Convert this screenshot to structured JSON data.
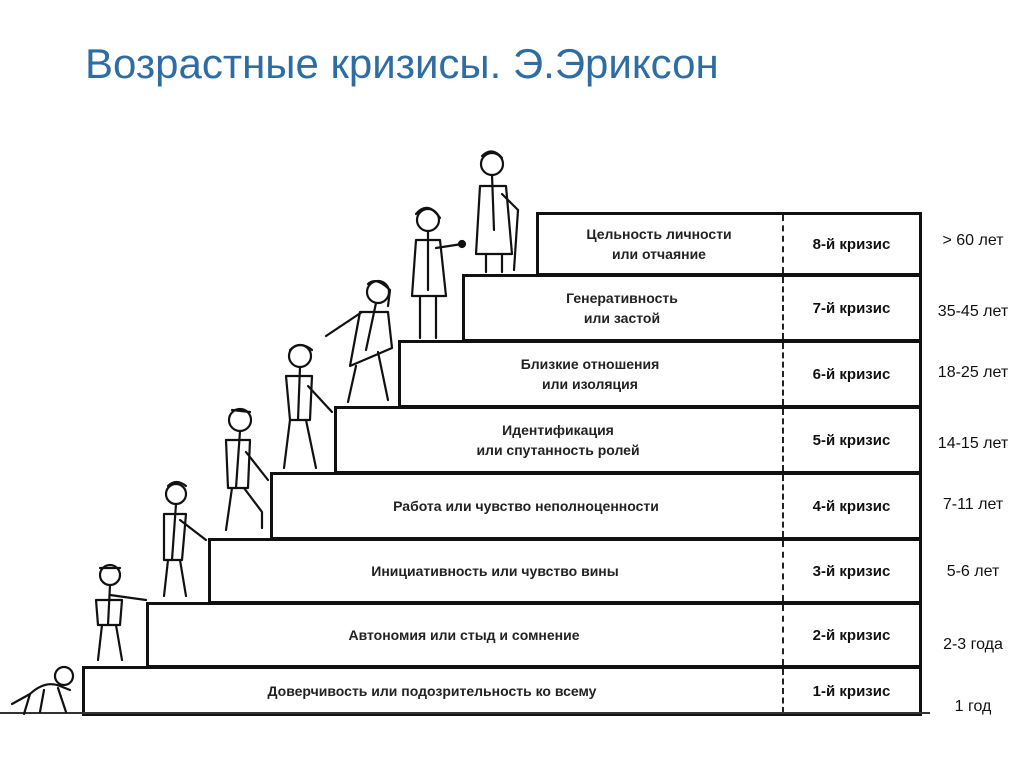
{
  "title": "Возрастные кризисы. Э.Эриксон",
  "steps": [
    {
      "name": "Доверчивость или подозрительность ко всему",
      "crisis": "1-й кризис",
      "age": "1 год"
    },
    {
      "name": "Автономия или стыд и   сомнение",
      "crisis": "2-й кризис",
      "age": "2-3 года"
    },
    {
      "name": "Инициативность или  чувство вины",
      "crisis": "3-й кризис",
      "age": "5-6 лет"
    },
    {
      "name": "Работа или чувство неполноценности",
      "crisis": "4-й кризис",
      "age": "7-11 лет"
    },
    {
      "name": "Идентификация\nили спутанность ролей",
      "crisis": "5-й кризис",
      "age": "14-15 лет"
    },
    {
      "name": "Близкие отношения\nили изоляция",
      "crisis": "6-й кризис",
      "age": "18-25 лет"
    },
    {
      "name": "Генеративность\nили застой",
      "crisis": "7-й кризис",
      "age": "35-45 лет"
    },
    {
      "name": "Цельность личности\nили отчаяние",
      "crisis": "8-й кризис",
      "age": "> 60 лет"
    }
  ]
}
